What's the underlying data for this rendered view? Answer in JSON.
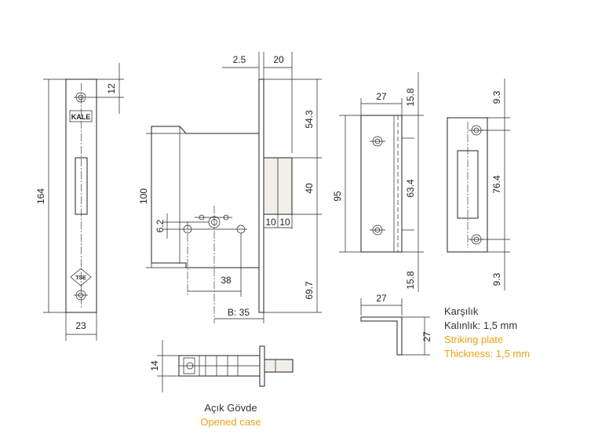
{
  "labels": {
    "front": {
      "d12": "12",
      "d164": "164",
      "d23": "23",
      "logo": "KALE",
      "seal": "TSE"
    },
    "side": {
      "d2_5": "2.5",
      "d20": "20",
      "d54_3": "54.3",
      "d40": "40",
      "d10a": "10",
      "d10b": "10",
      "d100": "100",
      "d6_2": "6.2",
      "d38": "38",
      "d69_7": "69.7",
      "backset": "B: 35"
    },
    "strike": {
      "d27": "27",
      "d15_8a": "15.8",
      "d95": "95",
      "d63_4": "63.4",
      "d15_8b": "15.8",
      "d9_3a": "9.3",
      "d76_4": "76.4",
      "d9_3b": "9.3",
      "d27_top": "27",
      "d27_side": "27"
    },
    "opened": {
      "d14": "14"
    }
  },
  "captions": {
    "strike_tr": "Karşılık",
    "thickness_tr": "Kalınlık: 1,5 mm",
    "strike_en": "Striking plate",
    "thickness_en": "Thickness: 1,5 mm",
    "opened_tr": "Açık Gövde",
    "opened_en": "Opened case"
  },
  "colors": {
    "line": "#222222",
    "caption_en": "#e8a317",
    "caption_tr": "#333333"
  }
}
